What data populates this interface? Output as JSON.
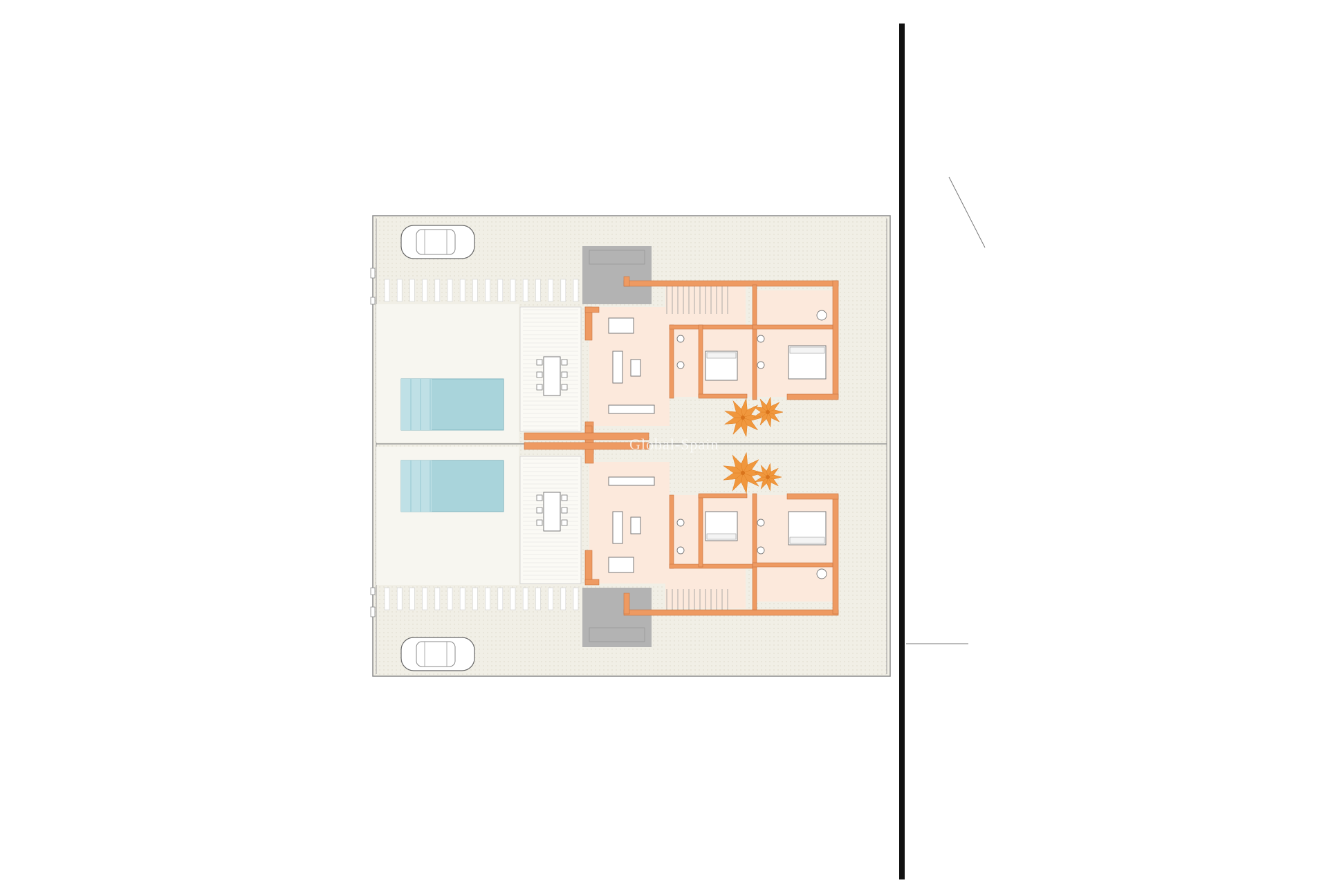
{
  "watermark": {
    "text": "Global-Spain",
    "kind": "watermark"
  },
  "colors": {
    "background": "#ffffff",
    "plot_paving": "#f1efe6",
    "lawn": "#f6f5ef",
    "wall": "#ee9a62",
    "interior": "#fce9dc",
    "pool": "#a9d4db",
    "pool_steps": "#c5e3e8",
    "driveway": "#b3b3b3",
    "palm": "#f0973d",
    "line": "#555555",
    "boundary_bar": "#111111"
  },
  "plan": {
    "units": [
      "north-villa",
      "south-villa"
    ],
    "icons": [
      "car-icon",
      "palm-icon",
      "dining-table-icon",
      "sofa-icon",
      "bed-icon",
      "bathroom-icon",
      "staircase-icon"
    ]
  }
}
